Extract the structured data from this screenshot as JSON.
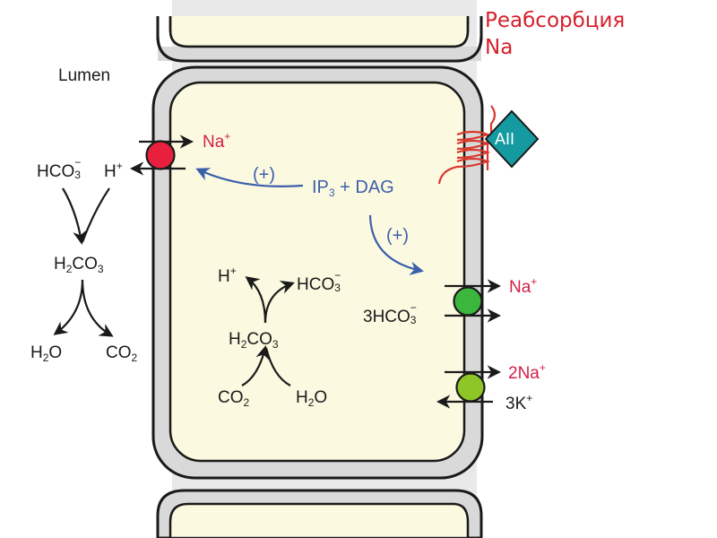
{
  "title": {
    "line1": "Реабсорбция",
    "line2": "Na"
  },
  "lumen": "Lumen",
  "receptor": "AII",
  "second_messenger": {
    "ip": "IP",
    "ip_sub": "3",
    "rest": " + DAG"
  },
  "stimulation": "(+)",
  "apical": {
    "na": "Na",
    "plus": "+"
  },
  "lumen_reaction": {
    "bicarbonate": "HCO",
    "bicarbonate_sub": "3",
    "bicarbonate_sup": "−",
    "proton": "H",
    "proton_sup": "+",
    "carbonic_acid": "H",
    "carbonic_acid_2": "2",
    "carbonic_acid_co": "CO",
    "carbonic_acid_3": "3",
    "water": "H",
    "water_2": "2",
    "water_o": "O",
    "co2": "CO",
    "co2_2": "2"
  },
  "cell_reaction": {
    "proton": "H",
    "proton_sup": "+",
    "bicarbonate": "HCO",
    "bicarbonate_sub": "3",
    "bicarbonate_sup": "−",
    "carbonic_acid": "H",
    "carbonic_acid_2": "2",
    "carbonic_acid_co": "CO",
    "carbonic_acid_3": "3",
    "co2": "CO",
    "co2_2": "2",
    "water": "H",
    "water_2": "2",
    "water_o": "O"
  },
  "cotransporter": {
    "na": "Na",
    "plus": "+",
    "bicarb": "3HCO",
    "bicarb_sub": "3",
    "bicarb_sup": "−"
  },
  "pump": {
    "na": "2Na",
    "na_plus": "+",
    "k": "3K",
    "k_plus": "+"
  },
  "colors": {
    "cytoplasm": "#fcf9e1",
    "membrane": "#d9d9d9",
    "title": "#d5202c",
    "na_label": "#d21f45",
    "signal_arrow": "#3b5faa",
    "nhe_transporter": "#e8203e",
    "cotransporter": "#3cb63c",
    "pump": "#8ec628",
    "receptor": "#149aa0",
    "receptor_coil": "#d9382c"
  }
}
